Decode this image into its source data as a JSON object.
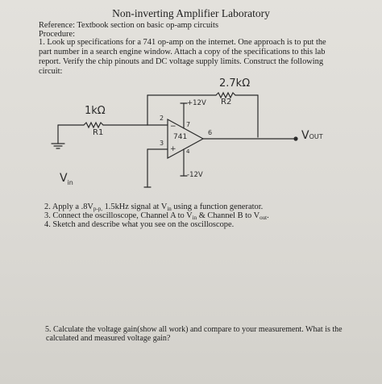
{
  "document": {
    "title": "Non-inverting Amplifier Laboratory",
    "reference": "Reference: Textbook section on basic op-amp circuits",
    "procedure_heading": "Procedure:",
    "step1": "1. Look up specifications for a 741 op-amp on the internet. One approach is to put the part number in a search engine window. Attach a copy of the specifications to this lab report. Verify the chip pinouts and DC voltage supply limits. Construct the following circuit:",
    "step2_a": "2.  Apply a .8V",
    "step2_sub": "p-p,",
    "step2_b": " 1.5kHz signal at V",
    "step2_sub2": "in",
    "step2_c": " using a function generator.",
    "step3_a": "3.  Connect the oscilloscope, Channel A to V",
    "step3_sub": "in",
    "step3_b": " & Channel B to V",
    "step3_sub2": "out",
    "step3_c": ".",
    "step4": "4.  Sketch and describe what you see on the oscilloscope.",
    "step5_line1": "5.  Calculate the voltage gain(show all work) and compare to your measurement. What is the",
    "step5_line2": "calculated and measured voltage gain?"
  },
  "circuit": {
    "r2_value": "2.7kΩ",
    "r2_label": "R2",
    "r1_value": "1kΩ",
    "r1_label": "R1",
    "vplus": "+12V",
    "vminus": "-12V",
    "ic": "741",
    "pin2": "2",
    "pin3": "3",
    "pin7": "7",
    "pin6": "6",
    "pin4": "4",
    "minus_sign": "−",
    "plus_sign": "+",
    "vout": "V",
    "vout_sub": "OUT",
    "vin": "V",
    "vin_sub": "in"
  }
}
